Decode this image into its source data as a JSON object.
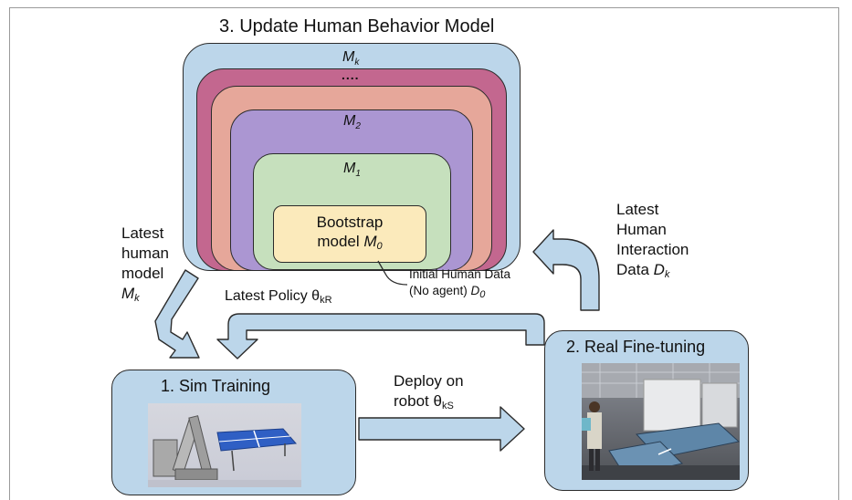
{
  "diagram": {
    "title": "3. Update Human Behavior Model",
    "model_layers": {
      "mk_main": "M",
      "mk_sub": "k",
      "ellipsis": "....",
      "m2_main": "M",
      "m2_sub": "2",
      "m1_main": "M",
      "m1_sub": "1"
    },
    "bootstrap": {
      "line1": "Bootstrap",
      "line2_text": "model ",
      "line2_main": "M",
      "line2_sub": "0"
    },
    "initial_data": {
      "line1": "Initial Human Data",
      "line2_text": "(No agent) ",
      "line2_main": "D",
      "line2_sub": "0"
    },
    "latest_human_model": {
      "line1": "Latest",
      "line2": "human",
      "line3": "model",
      "line4_main": "M",
      "line4_sub": "k"
    },
    "latest_interaction": {
      "line1": "Latest",
      "line2": "Human",
      "line3": "Interaction",
      "line4_text": "Data ",
      "line4_main": "D",
      "line4_sub": "k"
    },
    "latest_policy": {
      "text": "Latest Policy ",
      "theta": "θ",
      "sub": "kR"
    },
    "deploy": {
      "line1": "Deploy on",
      "line2_text": "robot ",
      "theta": "θ",
      "sub": "kS"
    },
    "sim_training": {
      "title": "1. Sim Training"
    },
    "real_finetuning": {
      "title": "2. Real Fine-tuning"
    }
  },
  "colors": {
    "arrow_fill": "#bcd6ea",
    "layer_k": "#bcd6ea",
    "layer_dots": "#c3678f",
    "layer_3": "#e6a79a",
    "layer_2": "#ab96d2",
    "layer_1": "#c6e0bd",
    "bootstrap": "#fbeabb"
  }
}
